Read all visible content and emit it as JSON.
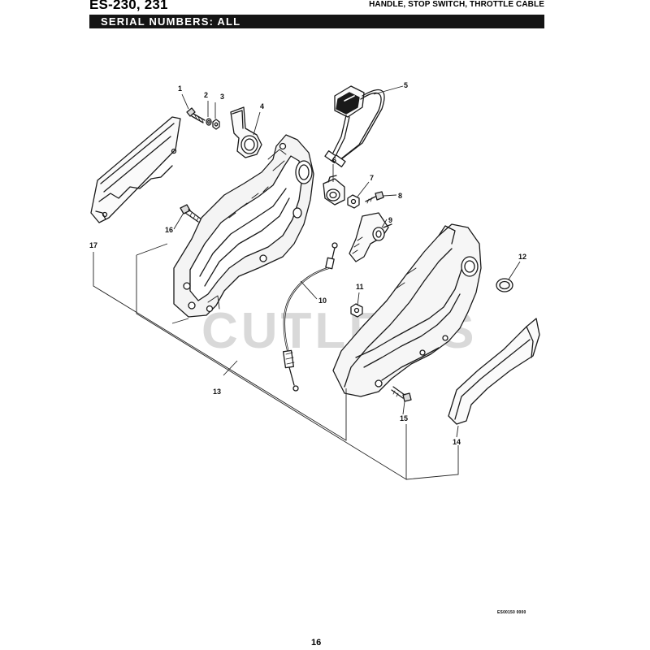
{
  "header": {
    "model": "ES-230, 231",
    "section_title": "HANDLE, STOP SWITCH, THROTTLE CABLE",
    "serial_bar": "SERIAL NUMBERS: ALL"
  },
  "watermark": "CUTLER'S",
  "callouts": [
    "1",
    "2",
    "3",
    "4",
    "5",
    "6",
    "7",
    "8",
    "9",
    "10",
    "11",
    "12",
    "13",
    "14",
    "15",
    "16",
    "17"
  ],
  "footer": {
    "page_number": "16",
    "figure_code": "ES00150 0000"
  }
}
